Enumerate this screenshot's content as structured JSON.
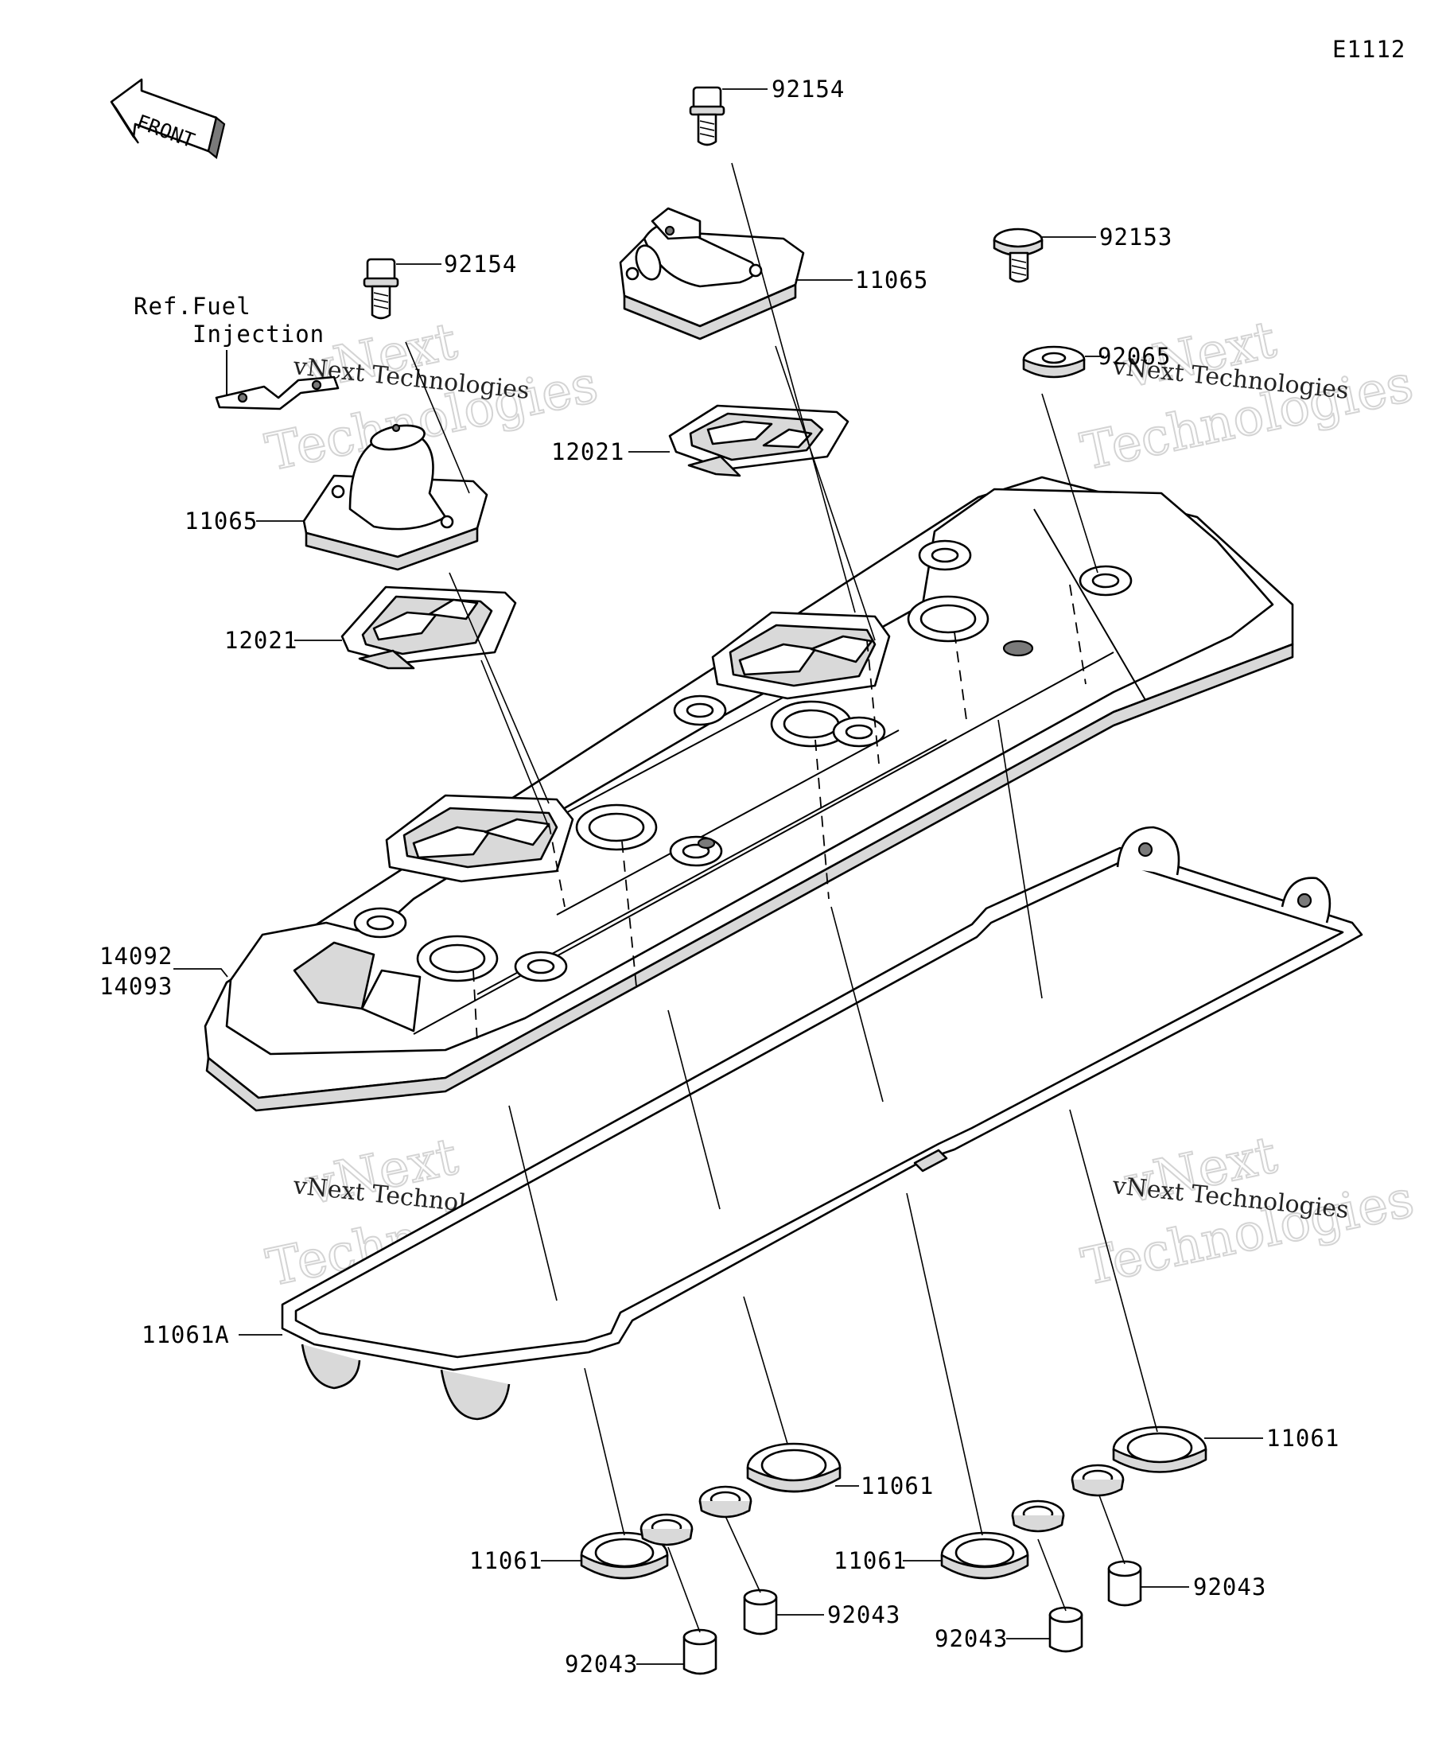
{
  "diagram_code": "E1112",
  "front_label": "FRONT",
  "ref_note": {
    "line1": "Ref.Fuel",
    "line2": "Injection"
  },
  "watermark": {
    "line1": "vNext",
    "line2": "Technologies",
    "caption": "vNext Technologies"
  },
  "callouts": {
    "bolt_top": "92154",
    "bolt_left": "92154",
    "bolt_right": "92153",
    "washer_right": "92065",
    "cover_top": "11065",
    "cover_left": "11065",
    "gasket_top": "12021",
    "gasket_left": "12021",
    "head_cover_a": "14092",
    "head_cover_b": "14093",
    "gasket_main": "11061A",
    "seal_1": "11061",
    "seal_2": "11061",
    "seal_3": "11061",
    "seal_4": "11061",
    "collar_1": "92043",
    "collar_2": "92043",
    "collar_3": "92043",
    "collar_4": "92043"
  },
  "colors": {
    "line": "#000000",
    "background": "#ffffff",
    "watermark": "#d0d0d0"
  }
}
